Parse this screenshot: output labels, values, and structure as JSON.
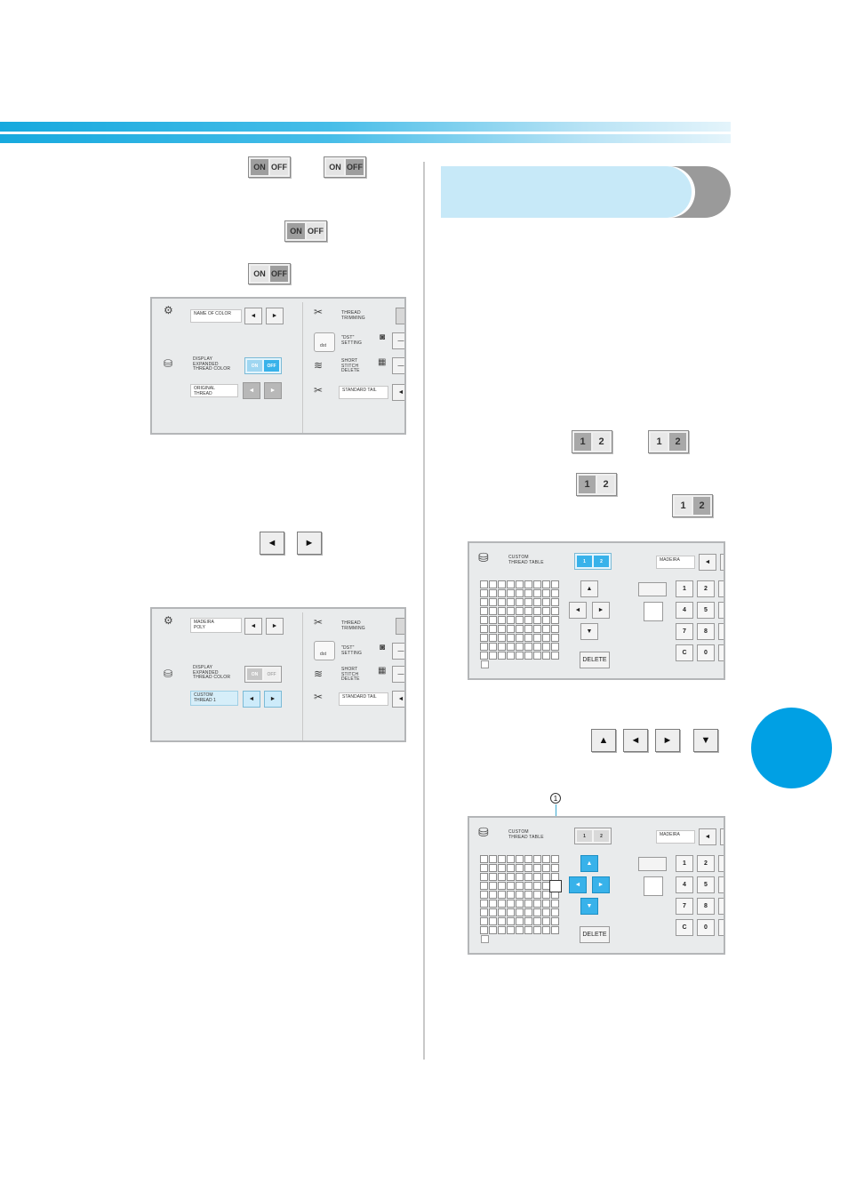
{
  "keys": {
    "on_label": "ON",
    "off_label": "OFF",
    "one_label": "1",
    "two_label": "2",
    "left_arrow": "◄",
    "right_arrow": "►",
    "up_arrow": "▲",
    "down_arrow": "▼"
  },
  "panel_a": {
    "name_field": "NAME OF COLOR",
    "display_label": "DISPLAY\nEXPANDED\nTHREAD COLOR",
    "toggle_on": "ON",
    "toggle_off": "OFF",
    "thread_field": "ORIGINAL\nTHREAD",
    "trim_label": "THREAD\nTRIMMING",
    "dst_label": "\"DST\"\nSETTING",
    "short_label": "SHORT\nSTITCH\nDELETE",
    "tail_field": "STANDARD TAIL",
    "dst_icon_text": "dst",
    "minus": "—"
  },
  "panel_b": {
    "name_field": "MADEIRA\nPOLY",
    "display_label": "DISPLAY\nEXPANDED\nTHREAD COLOR",
    "toggle_on": "ON",
    "toggle_off": "OFF",
    "thread_field": "CUSTOM\nTHREAD 1",
    "trim_label": "THREAD\nTRIMMING",
    "dst_label": "\"DST\"\nSETTING",
    "short_label": "SHORT\nSTITCH\nDELETE",
    "tail_field": "STANDARD TAIL",
    "dst_icon_text": "dst",
    "minus": "—"
  },
  "panel_c": {
    "title": "CUSTOM\nTHREAD TABLE",
    "brand_field": "MADEIRA",
    "delete_label": "DELETE",
    "numbers": [
      "1",
      "2",
      "4",
      "5",
      "7",
      "8",
      "C",
      "0"
    ]
  },
  "panel_d": {
    "title": "CUSTOM\nTHREAD TABLE",
    "brand_field": "MADEIRA",
    "delete_label": "DELETE",
    "numbers": [
      "1",
      "2",
      "4",
      "5",
      "7",
      "8",
      "C",
      "0"
    ]
  },
  "callout": {
    "number": "1"
  }
}
